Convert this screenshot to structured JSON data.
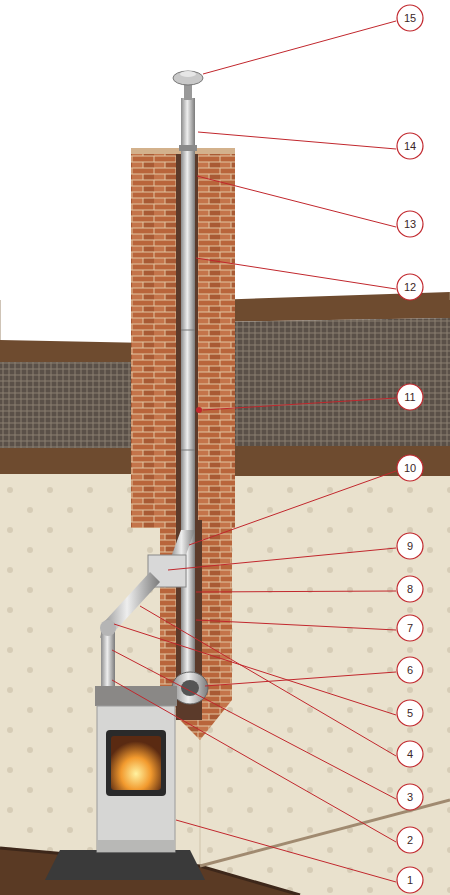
{
  "diagram": {
    "nodes": [
      {
        "text": [
          "15"
        ]
      },
      {
        "text": [
          "14"
        ]
      },
      {
        "text": [
          "13"
        ]
      },
      {
        "text": [
          "12"
        ]
      },
      {
        "text": [
          "11"
        ]
      },
      {
        "text": [
          "10"
        ]
      },
      {
        "text": [
          "9"
        ]
      },
      {
        "text": [
          "8"
        ]
      },
      {
        "text": [
          "7"
        ]
      },
      {
        "text": [
          "6"
        ]
      },
      {
        "text": [
          "5"
        ]
      },
      {
        "text": [
          "4"
        ]
      },
      {
        "text": [
          "3"
        ]
      },
      {
        "text": [
          "2"
        ]
      },
      {
        "text": [
          "1"
        ]
      }
    ]
  }
}
